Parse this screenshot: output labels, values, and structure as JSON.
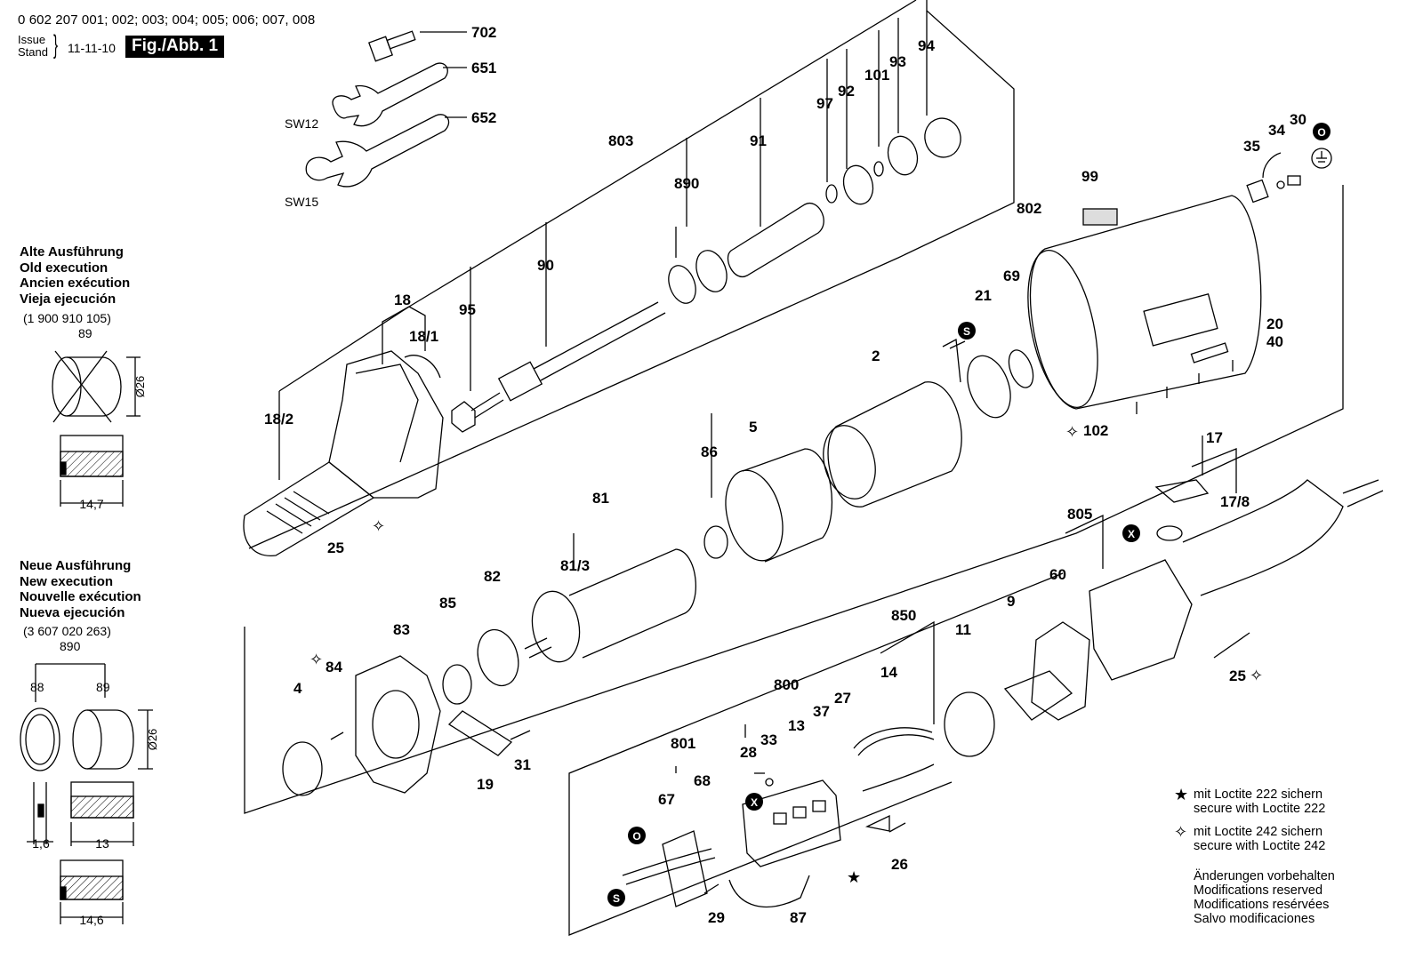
{
  "header": {
    "model_numbers": "0 602 207 001; 002; 003; 004; 005; 006; 007, 008",
    "issue_label": "Issue",
    "stand_label": "Stand",
    "issue_date": "11-11-10",
    "figure_label": "Fig./Abb. 1"
  },
  "old_execution": {
    "lines": [
      "Alte Ausführung",
      "Old execution",
      "Ancien exécution",
      "Vieja ejecución"
    ],
    "part_ref": "(1 900 910 105)",
    "part_label": "89",
    "dim_diameter": "Ø26",
    "dim_width": "14,7"
  },
  "new_execution": {
    "lines": [
      "Neue Ausführung",
      "New execution",
      "Nouvelle exécution",
      "Nueva ejecución"
    ],
    "part_ref": "(3 607 020 263)",
    "group_label": "890",
    "part_a": "88",
    "part_b": "89",
    "dim_diameter": "Ø26",
    "dim_a": "1,6",
    "dim_b": "13",
    "dim_c": "14,6"
  },
  "legend": {
    "loctite_222_de": "mit Loctite 222 sichern",
    "loctite_222_en": "secure with Loctite 222",
    "loctite_242_de": "mit Loctite 242 sichern",
    "loctite_242_en": "secure with Loctite 242",
    "notes": [
      "Änderungen vorbehalten",
      "Modifications reserved",
      "Modifications resérvées",
      "Salvo modificaciones"
    ]
  },
  "tool_labels": {
    "sw12": "SW12",
    "sw15": "SW15"
  },
  "part_numbers": {
    "p702": "702",
    "p651": "651",
    "p652": "652",
    "p803": "803",
    "p94": "94",
    "p93": "93",
    "p101": "101",
    "p92": "92",
    "p97": "97",
    "p91": "91",
    "p890": "890",
    "p90": "90",
    "p95": "95",
    "p18": "18",
    "p18_1": "18/1",
    "p18_2": "18/2",
    "p25a": "25",
    "p99": "99",
    "p35": "35",
    "p34": "34",
    "p30": "30",
    "p802": "802",
    "p21": "21",
    "p69": "69",
    "p2": "2",
    "p20": "20",
    "p40": "40",
    "p102": "102",
    "p86": "86",
    "p5": "5",
    "p81": "81",
    "p81_3": "81/3",
    "p82": "82",
    "p85": "85",
    "p83": "83",
    "p84": "84",
    "p4": "4",
    "p31": "31",
    "p19": "19",
    "p17": "17",
    "p17_8": "17/8",
    "p805": "805",
    "p60": "60",
    "p9": "9",
    "p11": "11",
    "p850": "850",
    "p14": "14",
    "p25b": "25",
    "p800": "800",
    "p27": "27",
    "p37": "37",
    "p13": "13",
    "p33": "33",
    "p28": "28",
    "p801": "801",
    "p67": "67",
    "p68": "68",
    "p26": "26",
    "p29": "29",
    "p87": "87"
  },
  "badges": {
    "s": "S",
    "o": "O",
    "x": "X"
  }
}
